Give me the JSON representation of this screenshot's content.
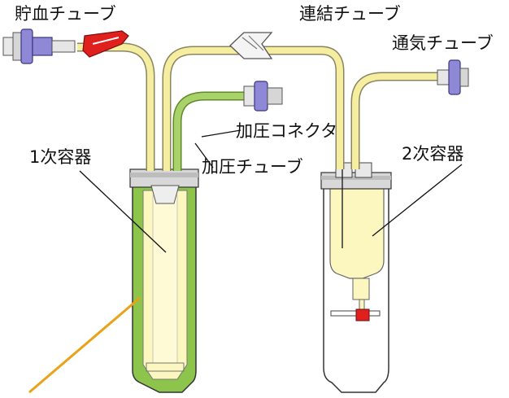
{
  "labels": {
    "reservoir_tube": "貯血チューブ",
    "connecting_tube": "連結チューブ",
    "vent_tube": "通気チューブ",
    "pressure_connector": "加圧コネクタ",
    "pressure_tube": "加圧チューブ",
    "primary_container": "1次容器",
    "secondary_container": "2次容器"
  },
  "colors": {
    "tube_yellow": "#f5eea0",
    "tube_outline": "#8a8460",
    "pressure_green": "#a9d26a",
    "container_green": "#8cc44c",
    "inner_yellow": "#fbf7bf",
    "connector_blue": "#8f88d6",
    "clamp_red": "#e0201c",
    "stopper_red": "#e0201c",
    "pointer_orange": "#e8a317",
    "cap_gray": "#d8d8d8"
  },
  "icons": {
    "clamp_red": "roller-clamp-icon",
    "clamp_white": "clamp-icon",
    "luer_left": "luer-connector-icon",
    "luer_right": "vent-filter-icon",
    "luer_pressure": "pressure-connector-icon"
  }
}
